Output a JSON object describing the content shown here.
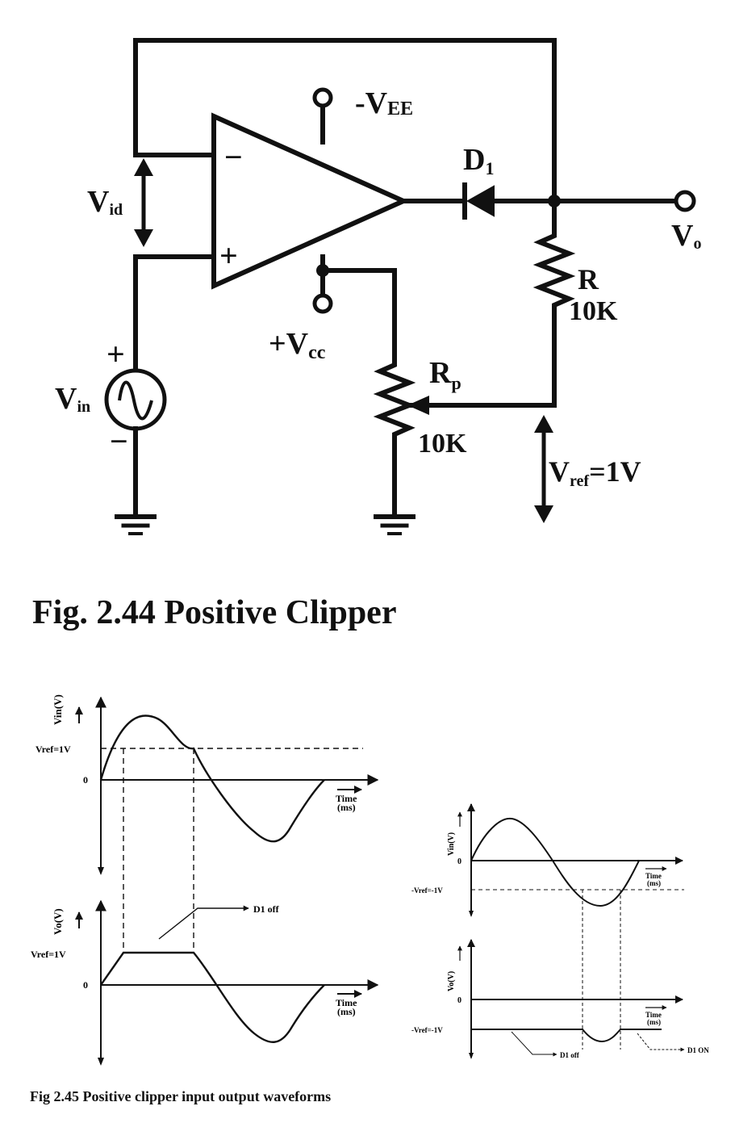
{
  "circuit": {
    "minus_vee": "-V",
    "minus_vee_sub": "EE",
    "plus_vcc": "+V",
    "plus_vcc_sub": "cc",
    "vid": "V",
    "vid_sub": "id",
    "vin": "V",
    "vin_sub": "in",
    "diode": "D",
    "diode_sub": "1",
    "vo": "V",
    "vo_sub": "o",
    "r_name": "R",
    "r_value": "10K",
    "rp_name": "R",
    "rp_sub": "p",
    "rp_value": "10K",
    "vref": "V",
    "vref_sub": "ref",
    "vref_value": "=1V",
    "op_minus": "−",
    "op_plus": "+",
    "src_plus": "+",
    "src_minus": "−"
  },
  "fig_244_caption": "Fig. 2.44  Positive  Clipper",
  "waveforms_left": {
    "top": {
      "ylabel": "Vin(V)",
      "vref_label": "Vref=1V",
      "zero": "0",
      "xlabel": "Time",
      "xunit": "(ms)"
    },
    "bottom": {
      "ylabel": "Vo(V)",
      "vref_label": "Vref=1V",
      "zero": "0",
      "xlabel": "Time",
      "xunit": "(ms)",
      "annotation": "D1 off"
    }
  },
  "waveforms_right": {
    "top": {
      "ylabel": "Vin(V)",
      "vref_label": "-Vref=-1V",
      "zero": "0",
      "xlabel": "Time",
      "xunit": "(ms)"
    },
    "bottom": {
      "ylabel": "Vo(V)",
      "vref_label": "-Vref=-1V",
      "zero": "0",
      "xlabel": "Time",
      "xunit": "(ms)",
      "ann_off": "D1 off",
      "ann_on": "D1 ON"
    }
  },
  "fig_245_caption": "Fig 2.45 Positive clipper input output waveforms"
}
